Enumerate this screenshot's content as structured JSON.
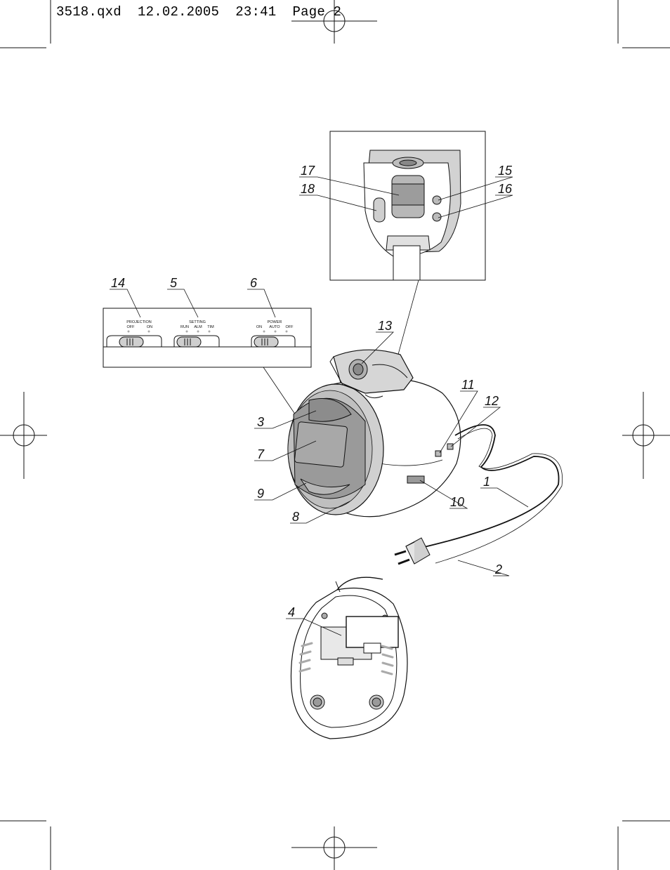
{
  "header": {
    "file": "3518.qxd",
    "date": "12.02.2005",
    "time": "23:41",
    "page_label": "Page 2"
  },
  "callouts": {
    "n1": "1",
    "n2": "2",
    "n3": "3",
    "n4": "4",
    "n5": "5",
    "n6": "6",
    "n7": "7",
    "n8": "8",
    "n9": "9",
    "n10": "10",
    "n11": "11",
    "n12": "12",
    "n13": "13",
    "n14": "14",
    "n15": "15",
    "n16": "16",
    "n17": "17",
    "n18": "18"
  },
  "switch_panel": {
    "projection": {
      "title": "PROJECTION",
      "opt1": "OFF",
      "opt2": "ON"
    },
    "setting": {
      "title": "SETTING",
      "opt1": "RUN",
      "opt2": "ALM",
      "opt3": "TIM"
    },
    "power": {
      "title": "POWER",
      "opt1": "ON",
      "opt2": "AUTO",
      "opt3": "OFF"
    }
  },
  "colors": {
    "line": "#111111",
    "body_gray": "#c8c8c8",
    "dark_gray": "#8a8a8a",
    "light_gray": "#e2e2e2"
  }
}
